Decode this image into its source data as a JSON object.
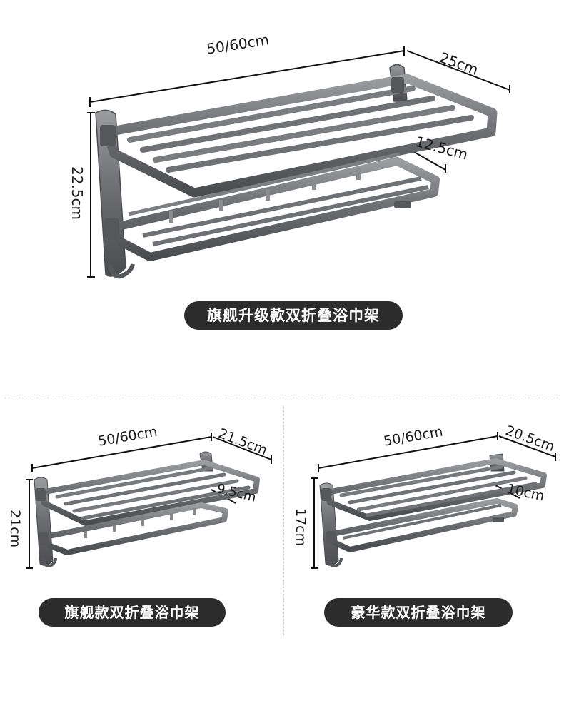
{
  "products": [
    {
      "name": "旗舰升级款双折叠浴巾架",
      "width": "50/60cm",
      "depth": "25cm",
      "height": "22.5cm",
      "spacing": "12.5cm"
    },
    {
      "name": "旗舰款双折叠浴巾架",
      "width": "50/60cm",
      "depth": "21.5cm",
      "height": "21cm",
      "spacing": "9.5cm"
    },
    {
      "name": "豪华款双折叠浴巾架",
      "width": "50/60cm",
      "depth": "20.5cm",
      "height": "17cm",
      "spacing": "10cm"
    }
  ],
  "colors": {
    "metal": "#6e7073",
    "metal_dark": "#4a4c50",
    "metal_light": "#a8aaad",
    "label_bg": "#2c2c2c"
  },
  "icons": [
    "towel-rack-illustration"
  ]
}
